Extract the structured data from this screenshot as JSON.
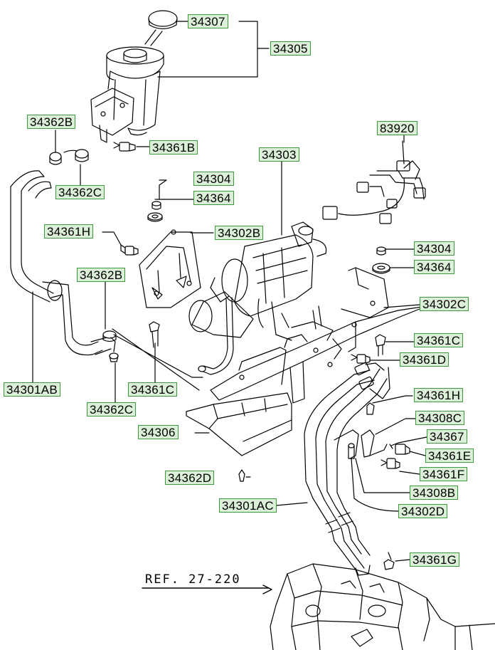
{
  "labels": {
    "p34307": "34307",
    "p34305": "34305",
    "p34362B": "34362B",
    "p34361B": "34361B",
    "p34362C_top": "34362C",
    "p34303": "34303",
    "p83920": "83920",
    "p34304_a": "34304",
    "p34364_a": "34364",
    "p34361H_left": "34361H",
    "p34302B": "34302B",
    "p34304_b": "34304",
    "p34364_b": "34364",
    "p34362B_mid": "34362B",
    "p34302C": "34302C",
    "p34361C_right": "34361C",
    "p34361D": "34361D",
    "p34301AB": "34301AB",
    "p34361C_mid": "34361C",
    "p34362C_bottom": "34362C",
    "p34361H_right": "34361H",
    "p34308C": "34308C",
    "p34306": "34306",
    "p34367": "34367",
    "p34361E": "34361E",
    "p34362D": "34362D",
    "p34361F": "34361F",
    "p34308B": "34308B",
    "p34301AC": "34301AC",
    "p34302D": "34302D",
    "p34361G": "34361G"
  },
  "reference": "REF. 27-220",
  "colors": {
    "label_fill": "#dcefd8",
    "label_border": "#3c9a3c",
    "line": "#000000"
  }
}
